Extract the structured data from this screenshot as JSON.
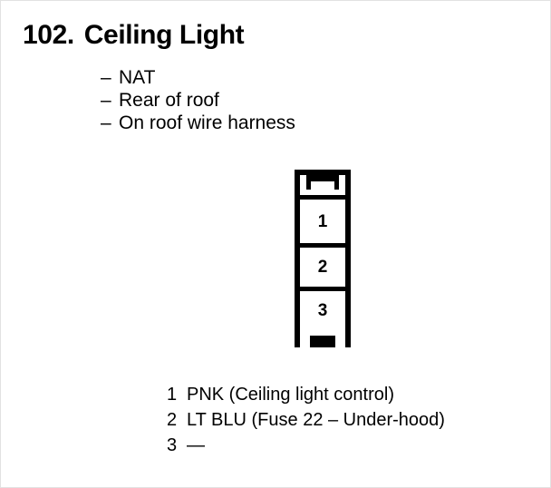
{
  "heading": {
    "number": "102.",
    "title": "Ceiling Light"
  },
  "description": {
    "dash": "–",
    "lines": [
      "NAT",
      "Rear of roof",
      "On roof wire harness"
    ]
  },
  "connector": {
    "pin_count": 3,
    "orientation": "vertical",
    "cells": [
      {
        "number": "1"
      },
      {
        "number": "2"
      },
      {
        "number": "3"
      }
    ]
  },
  "legend": {
    "rows": [
      {
        "pin": "1",
        "text": "PNK (Ceiling light control)"
      },
      {
        "pin": "2",
        "text": "LT BLU (Fuse 22 – Under-hood)"
      },
      {
        "pin": "3",
        "text": "—"
      }
    ]
  },
  "colors": {
    "ink": "#000000",
    "paper": "#ffffff",
    "page_border": "#e2e2e2"
  }
}
